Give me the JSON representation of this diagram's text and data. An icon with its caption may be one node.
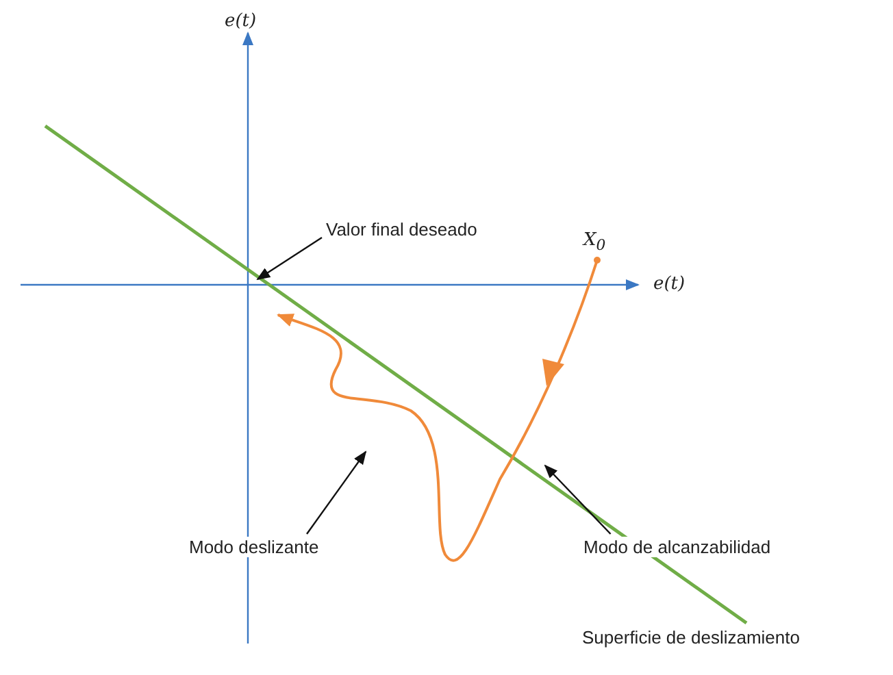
{
  "diagram": {
    "nodes": [
      {
        "text": [
          "Valor final deseado"
        ]
      },
      {
        "text": [
          "Modo deslizante"
        ]
      },
      {
        "text": [
          "Modo de alcanzabilidad"
        ]
      }
    ],
    "edges": [
      {
        "from": 0,
        "to": null,
        "arrow": "to"
      },
      {
        "from": 1,
        "to": null,
        "arrow": "to"
      },
      {
        "from": 2,
        "to": null,
        "arrow": "to"
      }
    ],
    "labels": [
      "e(t)",
      "e(t)",
      "X$_{0}$",
      "Superficie de deslizamiento"
    ]
  }
}
